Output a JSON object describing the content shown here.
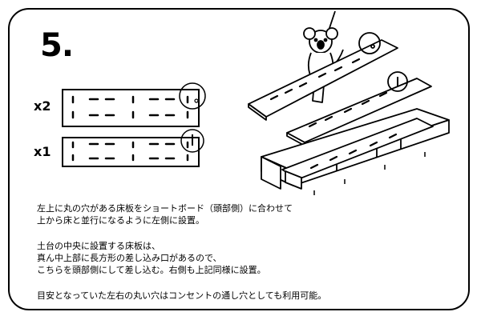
{
  "step_number": "5.",
  "board_top": {
    "multiplier": "x2",
    "icon": "round-hole-board"
  },
  "board_bottom": {
    "multiplier": "x1",
    "icon": "rect-slot-board"
  },
  "illustration": {
    "icon": "koala-installing-floorboards"
  },
  "paragraphs": [
    [
      "左上に丸の穴がある床板をショートボード（頭部側）に合わせて",
      "上から床と並行になるように左側に設置。"
    ],
    [
      "土台の中央に設置する床板は、",
      "真ん中上部に長方形の差し込み口があるので、",
      "こちらを頭部側にして差し込む。右側も上記同様に設置。"
    ],
    [
      "目安となっていた左右の丸い穴はコンセントの通し穴としても利用可能。"
    ]
  ]
}
